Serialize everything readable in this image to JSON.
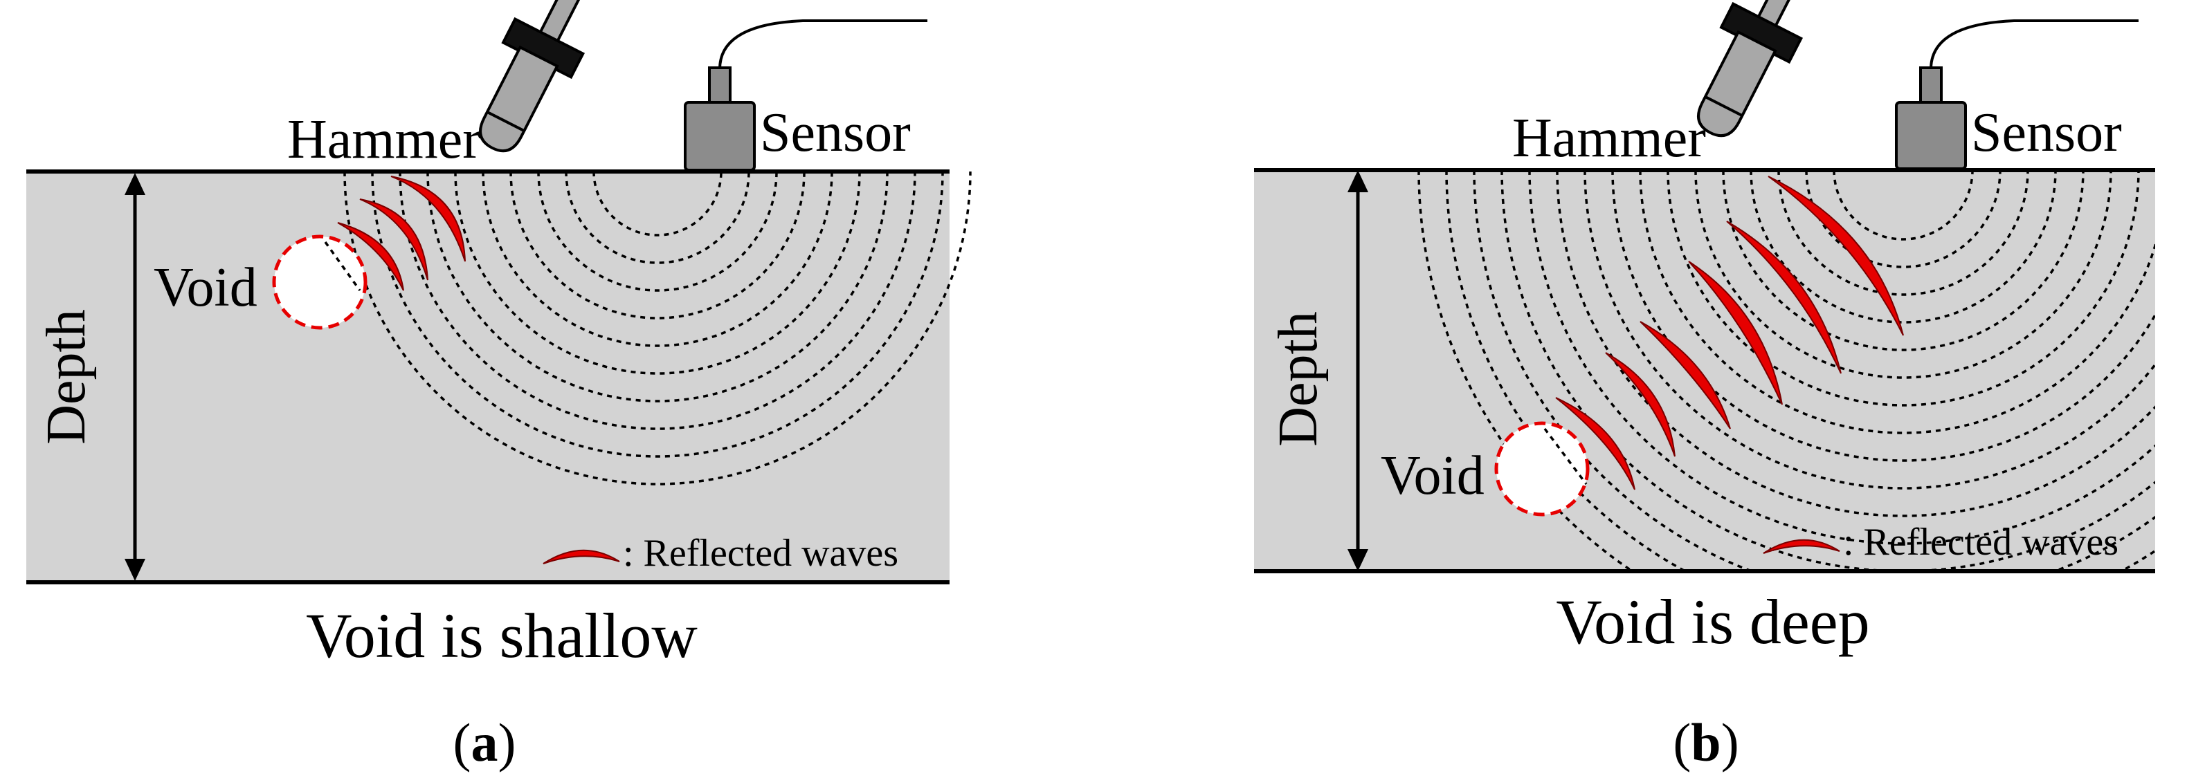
{
  "panels": [
    {
      "id": "a",
      "hammer_label": "Hammer",
      "sensor_label": "Sensor",
      "void_label": "Void",
      "depth_label": "Depth",
      "legend_label": ": Reflected waves",
      "caption": "Void is shallow",
      "sublabel_open": "(",
      "sublabel_letter": "a",
      "sublabel_close": ")"
    },
    {
      "id": "b",
      "hammer_label": "Hammer",
      "sensor_label": "Sensor",
      "void_label": "Void",
      "depth_label": "Depth",
      "legend_label": ": Reflected waves",
      "caption": "Void is deep",
      "sublabel_open": "(",
      "sublabel_letter": "b",
      "sublabel_close": ")"
    }
  ],
  "colors": {
    "concrete": "#d3d3d3",
    "reflected_wave": "#e60000",
    "void_outline": "#e60000",
    "void_fill": "#ffffff",
    "line": "#000000",
    "hammer_handle": "#111111",
    "metal": "#a8a8a8",
    "sensor_body": "#8c8c8c"
  }
}
